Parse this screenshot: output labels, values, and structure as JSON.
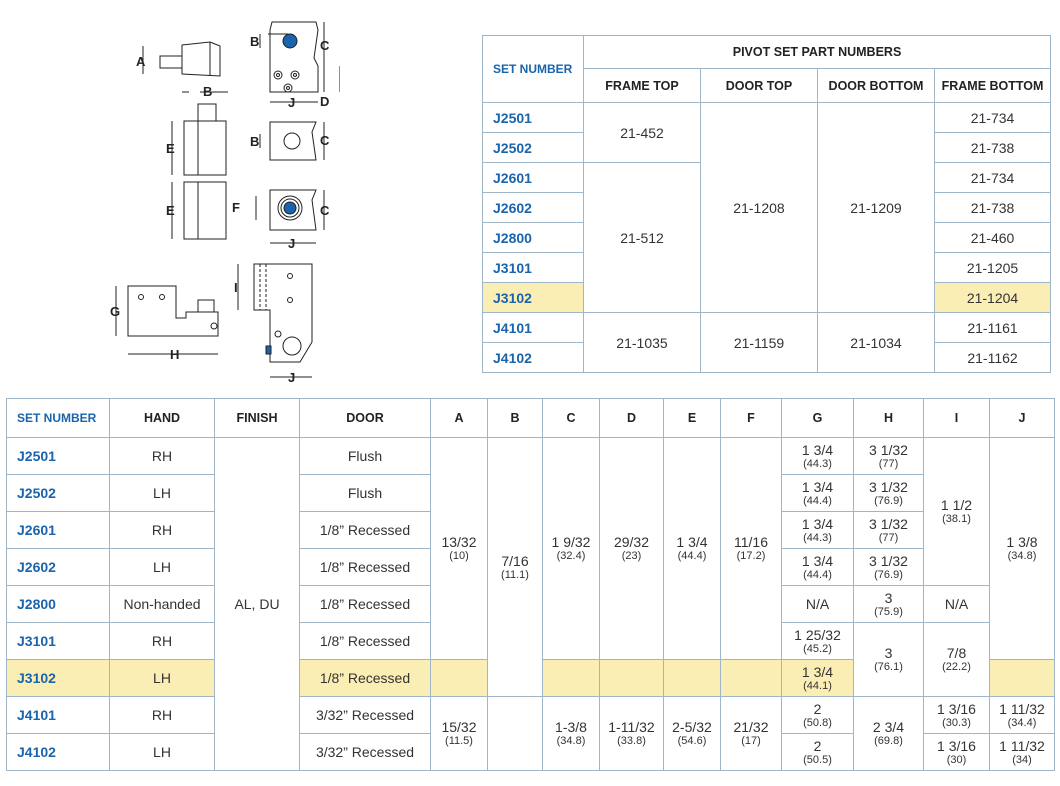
{
  "diagram_labels": {
    "A": "A",
    "B": "B",
    "C": "C",
    "D": "D",
    "E": "E",
    "F": "F",
    "G": "G",
    "H": "H",
    "I": "I",
    "J": "J"
  },
  "pivot_table": {
    "set_header": "SET NUMBER",
    "group_header": "PIVOT SET PART NUMBERS",
    "columns": [
      "FRAME TOP",
      "DOOR TOP",
      "DOOR BOTTOM",
      "FRAME BOTTOM"
    ],
    "sets": [
      "J2501",
      "J2502",
      "J2601",
      "J2602",
      "J2800",
      "J3101",
      "J3102",
      "J4101",
      "J4102"
    ],
    "frame_top": [
      "21-452",
      "21-512",
      "21-1035"
    ],
    "door_top": [
      "21-1208",
      "21-1159"
    ],
    "door_bottom": [
      "21-1209",
      "21-1034"
    ],
    "frame_bottom": [
      "21-734",
      "21-738",
      "21-734",
      "21-738",
      "21-460",
      "21-1205",
      "21-1204",
      "21-1161",
      "21-1162"
    ],
    "highlight_color": "#fbeeb4"
  },
  "dims_table": {
    "headers": {
      "set": "SET NUMBER",
      "hand": "HAND",
      "finish": "FINISH",
      "door": "DOOR",
      "a": "A",
      "b": "B",
      "c": "C",
      "d": "D",
      "e": "E",
      "f": "F",
      "g": "G",
      "h": "H",
      "i": "I",
      "j": "J"
    },
    "sets": [
      "J2501",
      "J2502",
      "J2601",
      "J2602",
      "J2800",
      "J3101",
      "J3102",
      "J4101",
      "J4102"
    ],
    "hand": [
      "RH",
      "LH",
      "RH",
      "LH",
      "Non-handed",
      "RH",
      "LH",
      "RH",
      "LH"
    ],
    "finish": "AL, DU",
    "door": [
      "Flush",
      "Flush",
      "1/8” Recessed",
      "1/8” Recessed",
      "1/8” Recessed",
      "1/8” Recessed",
      "1/8” Recessed",
      "3/32” Recessed",
      "3/32” Recessed"
    ],
    "a1": {
      "v": "13/32",
      "mm": "(10)"
    },
    "a2": {
      "v": "15/32",
      "mm": "(11.5)"
    },
    "b1": {
      "v": "7/16",
      "mm": "(11.1)"
    },
    "c1": {
      "v": "1 9/32",
      "mm": "(32.4)"
    },
    "c2": {
      "v": "1-3/8",
      "mm": "(34.8)"
    },
    "d1": {
      "v": "29/32",
      "mm": "(23)"
    },
    "d2": {
      "v": "1-11/32",
      "mm": "(33.8)"
    },
    "e1": {
      "v": "1 3/4",
      "mm": "(44.4)"
    },
    "e2": {
      "v": "2-5/32",
      "mm": "(54.6)"
    },
    "f1": {
      "v": "11/16",
      "mm": "(17.2)"
    },
    "f2": {
      "v": "21/32",
      "mm": "(17)"
    },
    "g": [
      {
        "v": "1 3/4",
        "mm": "(44.3)"
      },
      {
        "v": "1 3/4",
        "mm": "(44.4)"
      },
      {
        "v": "1 3/4",
        "mm": "(44.3)"
      },
      {
        "v": "1 3/4",
        "mm": "(44.4)"
      },
      {
        "v": "N/A",
        "mm": ""
      },
      {
        "v": "1 25/32",
        "mm": "(45.2)"
      },
      {
        "v": "1 3/4",
        "mm": "(44.1)"
      },
      {
        "v": "2",
        "mm": "(50.8)"
      },
      {
        "v": "2",
        "mm": "(50.5)"
      }
    ],
    "h": [
      {
        "v": "3 1/32",
        "mm": "(77)"
      },
      {
        "v": "3 1/32",
        "mm": "(76.9)"
      },
      {
        "v": "3 1/32",
        "mm": "(77)"
      },
      {
        "v": "3 1/32",
        "mm": "(76.9)"
      },
      {
        "v": "3",
        "mm": "(75.9)"
      },
      {
        "v": "3",
        "mm": "(76.1)"
      },
      {
        "v": "2 3/4",
        "mm": "(69.8)"
      }
    ],
    "i": [
      {
        "v": "1 1/2",
        "mm": "(38.1)"
      },
      {
        "v": "N/A",
        "mm": ""
      },
      {
        "v": "7/8",
        "mm": "(22.2)"
      },
      {
        "v": "1 3/16",
        "mm": "(30.3)"
      },
      {
        "v": "1 3/16",
        "mm": "(30)"
      }
    ],
    "j": [
      {
        "v": "1 3/8",
        "mm": "(34.8)"
      },
      {
        "v": "1 11/32",
        "mm": "(34.4)"
      },
      {
        "v": "1 11/32",
        "mm": "(34)"
      }
    ]
  }
}
